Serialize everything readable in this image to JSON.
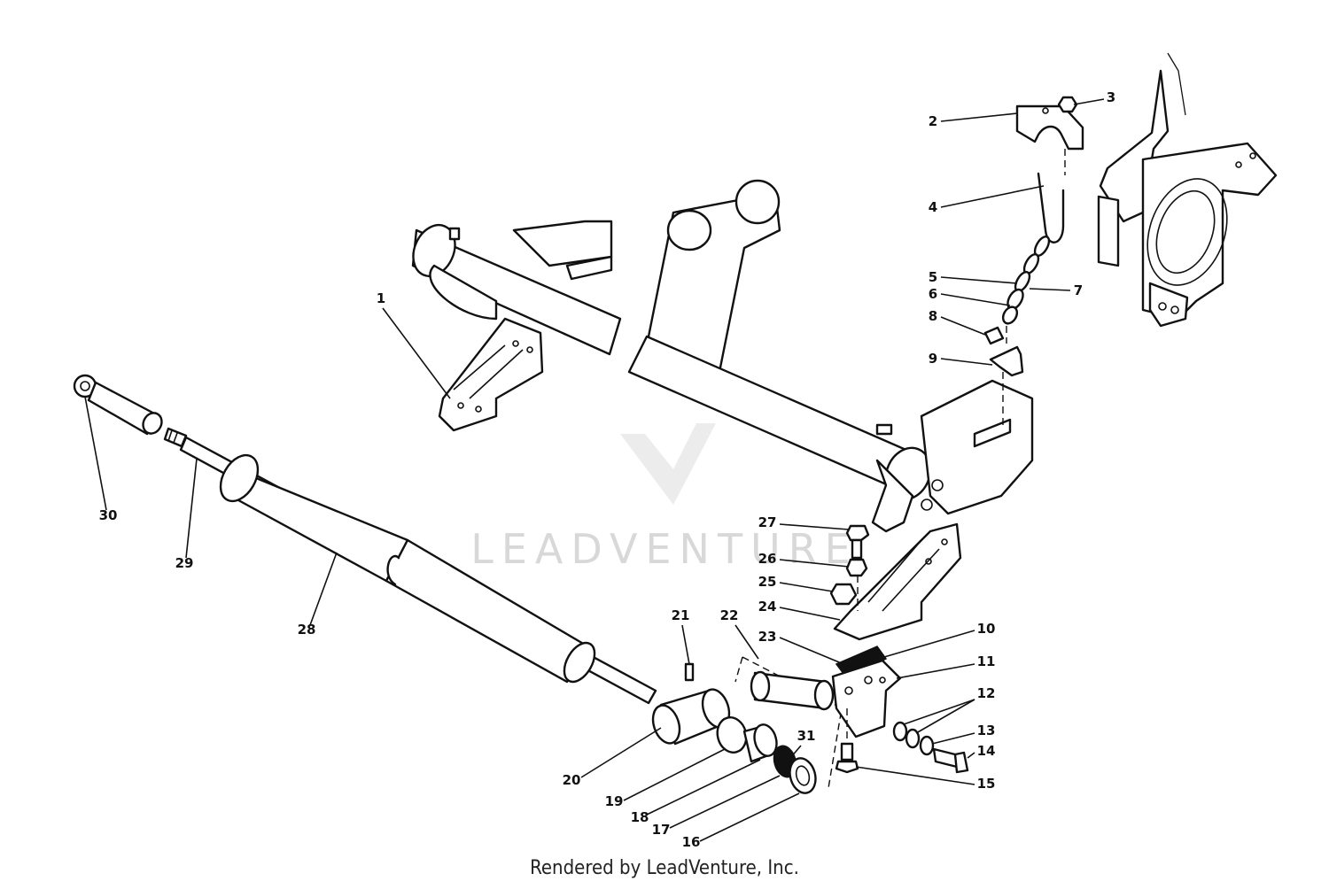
{
  "watermark": {
    "text": "LEADVENTURE"
  },
  "footer": {
    "text": "Rendered by LeadVenture, Inc."
  },
  "callouts": [
    "1",
    "2",
    "3",
    "4",
    "5",
    "6",
    "7",
    "8",
    "9",
    "10",
    "11",
    "12",
    "13",
    "14",
    "15",
    "16",
    "17",
    "18",
    "19",
    "20",
    "21",
    "22",
    "23",
    "24",
    "25",
    "26",
    "27",
    "28",
    "29",
    "30",
    "31"
  ]
}
